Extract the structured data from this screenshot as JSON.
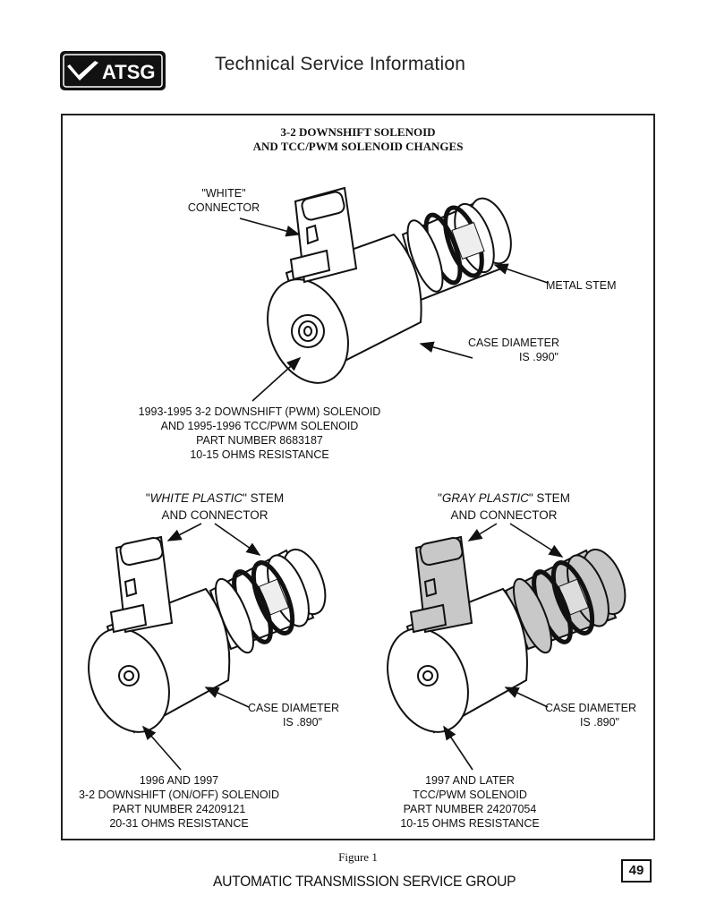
{
  "header": {
    "logo_text": "ATSG",
    "title": "Technical Service Information"
  },
  "diagram": {
    "title_line1": "3-2 DOWNSHIFT SOLENOID",
    "title_line2": "AND TCC/PWM SOLENOID CHANGES",
    "top": {
      "connector_label_1": "\"WHITE\"",
      "connector_label_2": "CONNECTOR",
      "metal_stem": "METAL STEM",
      "case_diameter_1": "CASE DIAMETER",
      "case_diameter_2": "IS .990\"",
      "desc_1": "1993-1995 3-2 DOWNSHIFT (PWM) SOLENOID",
      "desc_2": "AND 1995-1996 TCC/PWM SOLENOID",
      "desc_3": "PART NUMBER 8683187",
      "desc_4": "10-15 OHMS RESISTANCE"
    },
    "left": {
      "stem_label_open": "\"",
      "stem_label_italic": "WHITE PLASTIC",
      "stem_label_close": "\" STEM",
      "stem_label_2": "AND CONNECTOR",
      "case_diameter_1": "CASE DIAMETER",
      "case_diameter_2": "IS .890\"",
      "desc_1": "1996 AND 1997",
      "desc_2": "3-2 DOWNSHIFT (ON/OFF) SOLENOID",
      "desc_3": "PART NUMBER 24209121",
      "desc_4": "20-31 OHMS RESISTANCE"
    },
    "right": {
      "stem_label_open": "\"",
      "stem_label_italic": "GRAY PLASTIC",
      "stem_label_close": "\" STEM",
      "stem_label_2": "AND CONNECTOR",
      "case_diameter_1": "CASE DIAMETER",
      "case_diameter_2": "IS .890\"",
      "desc_1": "1997 AND LATER",
      "desc_2": "TCC/PWM SOLENOID",
      "desc_3": "PART NUMBER 24207054",
      "desc_4": "10-15 OHMS RESISTANCE"
    }
  },
  "figure_caption": "Figure 1",
  "footer": {
    "org": "AUTOMATIC TRANSMISSION SERVICE GROUP",
    "page_number": "49"
  },
  "colors": {
    "gray_plastic": "#c8c8c8",
    "line": "#111111"
  }
}
